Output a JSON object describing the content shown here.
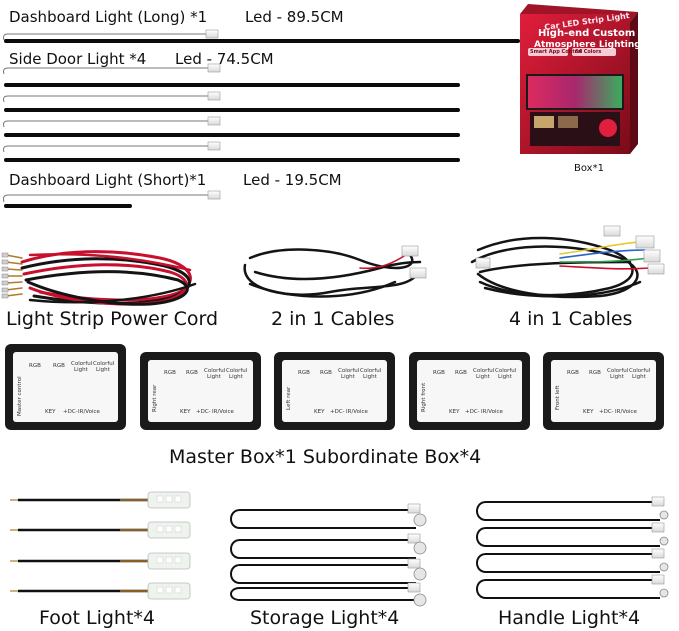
{
  "labels": {
    "dashboard_long": "Dashboard Light (Long) *1",
    "dashboard_long_len": "Led - 89.5CM",
    "side_door": "Side Door Light *4",
    "side_door_len": "Led - 74.5CM",
    "dashboard_short": "Dashboard Light (Short)*1",
    "dashboard_short_len": "Led - 19.5CM",
    "box": "Box*1",
    "power_cord": "Light Strip Power Cord",
    "cables_2in1": "2 in 1 Cables",
    "cables_4in1": "4 in 1 Cables",
    "boxes": "Master Box*1  Subordinate Box*4",
    "foot": "Foot Light*4",
    "storage": "Storage Light*4",
    "handle": "Handle Light*4"
  },
  "package": {
    "title": "Car LED Strip Light",
    "headline": "High-end Custom",
    "subline": "Atmosphere Lighting",
    "tag1": "Smart App Control",
    "tag2": "64 Colors"
  },
  "controllers": {
    "rgb": "RGB",
    "colorful": "Colorful",
    "light": "Light",
    "key": "KEY",
    "dc": "+DC-",
    "ir": "IR/Voice",
    "units": [
      {
        "side": "Master control"
      },
      {
        "side": "Right rear"
      },
      {
        "side": "Left rear"
      },
      {
        "side": "Right front"
      },
      {
        "side": "Front left"
      }
    ]
  },
  "colors": {
    "strip": "#0b0b0b",
    "wire_red": "#c8102e",
    "wire_black": "#141414",
    "package_red": "#d61f3a"
  }
}
